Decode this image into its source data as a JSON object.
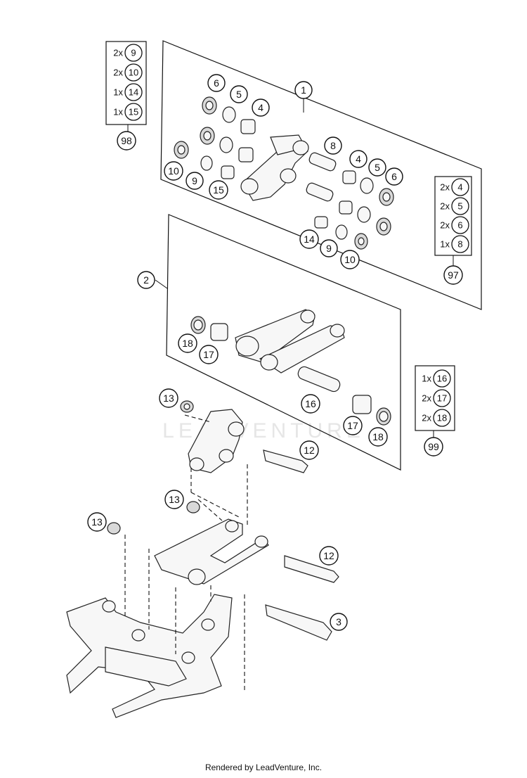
{
  "watermark": "LEADVENTURE",
  "footer": "Rendered by LeadVenture, Inc.",
  "callouts": {
    "c1": "1",
    "c2": "2",
    "c3": "3",
    "c4a": "4",
    "c4b": "4",
    "c5a": "5",
    "c5b": "5",
    "c6a": "6",
    "c6b": "6",
    "c8": "8",
    "c9a": "9",
    "c9b": "9",
    "c10a": "10",
    "c10b": "10",
    "c12a": "12",
    "c12b": "12",
    "c13a": "13",
    "c13b": "13",
    "c13c": "13",
    "c14": "14",
    "c15": "15",
    "c16": "16",
    "c17a": "17",
    "c17b": "17",
    "c18a": "18",
    "c18b": "18"
  },
  "kits": [
    {
      "id": "98",
      "items": [
        {
          "qty": "2x",
          "part": "9"
        },
        {
          "qty": "2x",
          "part": "10"
        },
        {
          "qty": "1x",
          "part": "14"
        },
        {
          "qty": "1x",
          "part": "15"
        }
      ]
    },
    {
      "id": "97",
      "items": [
        {
          "qty": "2x",
          "part": "4"
        },
        {
          "qty": "2x",
          "part": "5"
        },
        {
          "qty": "2x",
          "part": "6"
        },
        {
          "qty": "1x",
          "part": "8"
        }
      ]
    },
    {
      "id": "99",
      "items": [
        {
          "qty": "1x",
          "part": "16"
        },
        {
          "qty": "2x",
          "part": "17"
        },
        {
          "qty": "2x",
          "part": "18"
        }
      ]
    }
  ]
}
